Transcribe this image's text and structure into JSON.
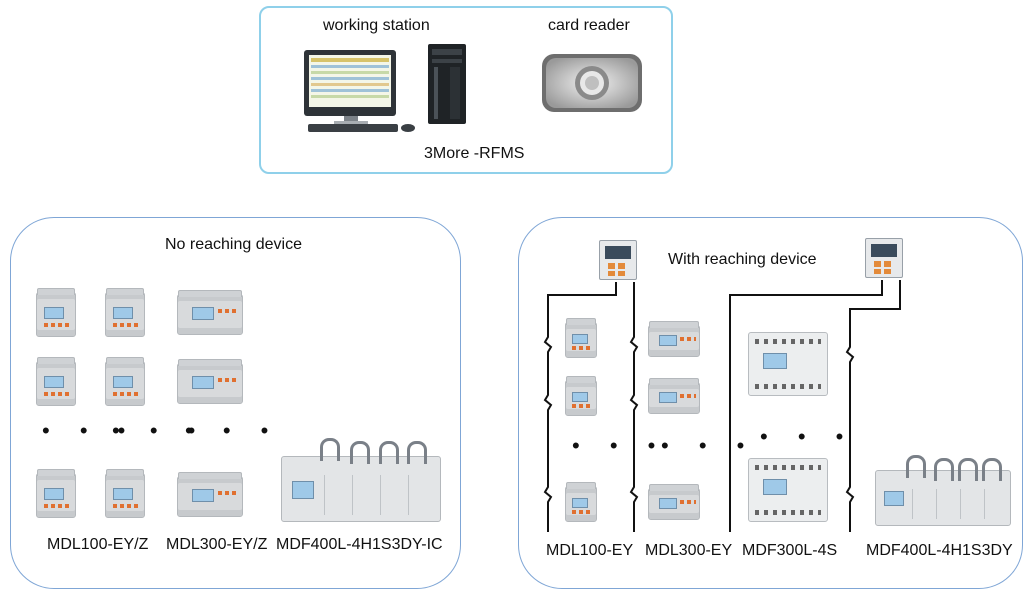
{
  "top_panel": {
    "workstation_label": "working station",
    "card_reader_label": "card reader",
    "system_label": "3More -RFMS"
  },
  "left_panel": {
    "title": "No reaching device",
    "labels": [
      "MDL100-EY/Z",
      "MDL300-EY/Z",
      "MDF400L-4H1S3DY-IC"
    ]
  },
  "right_panel": {
    "title": "With reaching device",
    "labels": [
      "MDL100-EY",
      "MDL300-EY",
      "MDF300L-4S",
      "MDF400L-4H1S3DY"
    ]
  },
  "ellipsis": "• • •"
}
